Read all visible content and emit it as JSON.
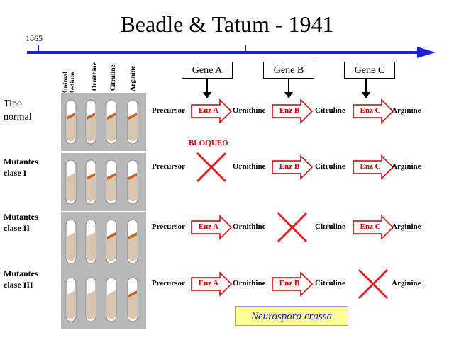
{
  "title": "Beadle & Tatum - 1941",
  "timeline_year": "1865",
  "columns": [
    "Minimal Medium",
    "+ Ornithine",
    "+ Citruline",
    "+ Arginine"
  ],
  "genes": [
    "Gene A",
    "Gene B",
    "Gene C"
  ],
  "molecules": [
    "Precursor",
    "Ornithine",
    "Citruline",
    "Arginine"
  ],
  "enzymes": [
    "Enz A",
    "Enz B",
    "Enz C"
  ],
  "block_label": "BLOQUEO",
  "rows": [
    {
      "label": "Tipo normal",
      "growth": [
        true,
        true,
        true,
        true
      ],
      "blocked_step": null
    },
    {
      "label": "Mutantes clase I",
      "growth": [
        false,
        true,
        true,
        true
      ],
      "blocked_step": 0
    },
    {
      "label": "Mutantes clase II",
      "growth": [
        false,
        false,
        true,
        true
      ],
      "blocked_step": 1
    },
    {
      "label": "Mutantes clase III",
      "growth": [
        false,
        false,
        false,
        true
      ],
      "blocked_step": 2
    }
  ],
  "species": "Neurospora crassa",
  "colors": {
    "timeline": "#1f1fd6",
    "enzyme": "#c00000",
    "growth": "#c8641e",
    "medium": "#d9c4b0",
    "panel": "#b8b8b8"
  }
}
